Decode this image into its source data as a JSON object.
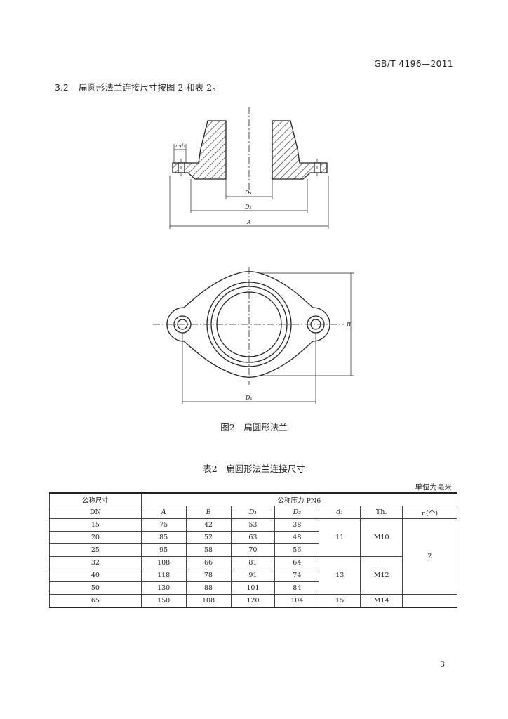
{
  "header": {
    "std_code": "GB/T 4196—2011"
  },
  "section": {
    "number": "3.2",
    "text": "扁圆形法兰连接尺寸按图 2 和表 2。"
  },
  "figure": {
    "caption": "图2　扁圆形法兰",
    "labels": {
      "hole": "n-d₁",
      "D3": "D₃",
      "D2": "D₂",
      "A": "A",
      "B": "B",
      "D1": "D₁"
    }
  },
  "table": {
    "caption": "表2　扁圆形法兰连接尺寸",
    "unit": "单位为毫米",
    "header": {
      "nominal_size": "公称尺寸",
      "dn": "DN",
      "pressure": "公称压力 PN6",
      "cols": [
        "A",
        "B",
        "D₁",
        "D₂",
        "d₁",
        "Th.",
        "n(个)"
      ]
    },
    "rows": [
      {
        "dn": "15",
        "A": "75",
        "B": "42",
        "D1": "53",
        "D2": "38"
      },
      {
        "dn": "20",
        "A": "85",
        "B": "52",
        "D1": "63",
        "D2": "48"
      },
      {
        "dn": "25",
        "A": "95",
        "B": "58",
        "D1": "70",
        "D2": "56"
      },
      {
        "dn": "32",
        "A": "108",
        "B": "66",
        "D1": "81",
        "D2": "64"
      },
      {
        "dn": "40",
        "A": "118",
        "B": "78",
        "D1": "91",
        "D2": "74"
      },
      {
        "dn": "50",
        "A": "130",
        "B": "88",
        "D1": "101",
        "D2": "84"
      },
      {
        "dn": "65",
        "A": "150",
        "B": "108",
        "D1": "120",
        "D2": "104"
      }
    ],
    "merged": {
      "d1_group1": "11",
      "th_group1": "M10",
      "d1_group2": "13",
      "th_group2": "M12",
      "d1_group3": "15",
      "th_group3": "M14",
      "n_all": "2"
    }
  },
  "footer": {
    "page_number": "3"
  }
}
